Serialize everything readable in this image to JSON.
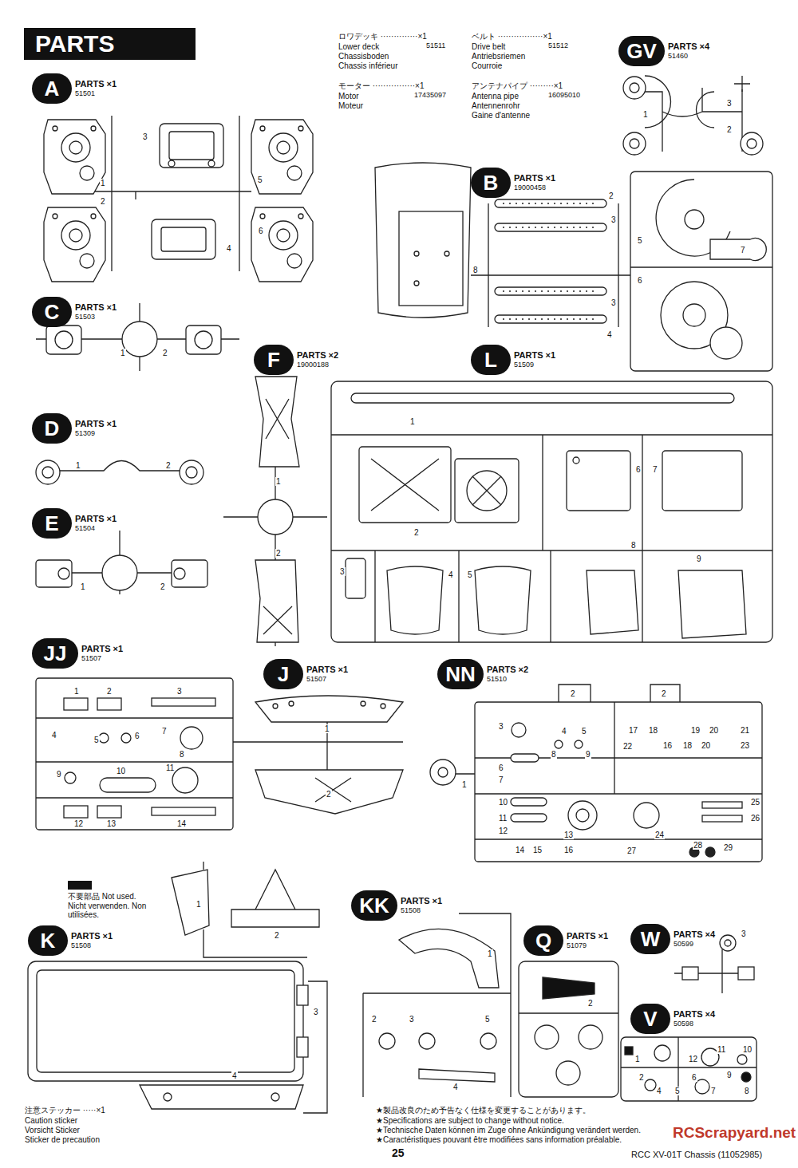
{
  "diagram": {
    "title": "PARTS",
    "nodes": [
      {
        "text": [
          "A",
          "PARTS ×1",
          "51501"
        ]
      },
      {
        "text": [
          "GV",
          "PARTS ×4",
          "51460"
        ]
      },
      {
        "text": [
          "B",
          "PARTS ×1",
          "19000458"
        ]
      },
      {
        "text": [
          "C",
          "PARTS ×1",
          "51503"
        ]
      },
      {
        "text": [
          "F",
          "PARTS ×2",
          "19000188"
        ]
      },
      {
        "text": [
          "L",
          "PARTS ×1",
          "51509"
        ]
      },
      {
        "text": [
          "D",
          "PARTS ×1",
          "51309"
        ]
      },
      {
        "text": [
          "E",
          "PARTS ×1",
          "51504"
        ]
      },
      {
        "text": [
          "JJ",
          "PARTS ×1",
          "51507"
        ]
      },
      {
        "text": [
          "J",
          "PARTS ×1",
          "51507"
        ]
      },
      {
        "text": [
          "NN",
          "PARTS ×2",
          "51510"
        ]
      },
      {
        "text": [
          "KK",
          "PARTS ×1",
          "51508"
        ]
      },
      {
        "text": [
          "K",
          "PARTS ×1",
          "51508"
        ]
      },
      {
        "text": [
          "Q",
          "PARTS ×1",
          "51079"
        ]
      },
      {
        "text": [
          "W",
          "PARTS ×4",
          "50599"
        ]
      },
      {
        "text": [
          "V",
          "PARTS ×4",
          "50598"
        ]
      }
    ],
    "labels": [
      "ロワデッキ ··············×1",
      "Lower deck",
      "51511",
      "Chassisboden",
      "Chassis inférieur",
      "モーター ················×1",
      "Motor",
      "17435097",
      "Moteur",
      "ベルト ·················×1",
      "Drive belt",
      "51512",
      "Antriebsriemen",
      "Courroie",
      "アンテナパイプ ·········×1",
      "Antenna pipe",
      "16095010",
      "Antennenrohr",
      "Gaine d'antenne",
      "3",
      "1",
      "2",
      "5",
      "6",
      "4",
      "1",
      "3",
      "2",
      "2",
      "3",
      "5",
      "7",
      "8",
      "3",
      "6",
      "4",
      "1",
      "2",
      "1",
      "2",
      "1",
      "2",
      "1",
      "2",
      "1",
      "2",
      "6",
      "7",
      "3",
      "4",
      "5",
      "8",
      "9",
      "1",
      "2",
      "3",
      "4",
      "5",
      "6",
      "7",
      "8",
      "9",
      "10",
      "11",
      "12",
      "13",
      "14",
      "1",
      "2",
      "2",
      "2",
      "3",
      "4",
      "5",
      "17",
      "18",
      "19",
      "20",
      "21",
      "6",
      "7",
      "8",
      "9",
      "22",
      "16",
      "18",
      "20",
      "23",
      "1",
      "10",
      "11",
      "12",
      "25",
      "26",
      "13",
      "24",
      "14",
      "15",
      "16",
      "27",
      "28",
      "29",
      "1",
      "2",
      "3",
      "4",
      "1",
      "2",
      "3",
      "4",
      "5",
      "2",
      "3",
      "11",
      "10",
      "1",
      "12",
      "2",
      "4",
      "5",
      "6",
      "7",
      "9",
      "8",
      "注意ステッカー ·····×1",
      "Caution sticker",
      "Vorsicht Sticker",
      "Sticker de precaution",
      "★製品改良のため予告なく仕様を変更することがあります。",
      "★Specifications are subject to change without notice.",
      "★Technische Daten können im Zuge ohne Ankündigung verändert werden.",
      "★Caractéristiques pouvant être modifiées sans information préalable.",
      "25",
      "RCC XV-01T Chassis (11052985)",
      "RCScrapyard.net"
    ],
    "legend": [
      {
        "text": "不要部品 Not used. Nicht verwenden. Non utilisées.",
        "color": "#111111"
      }
    ]
  }
}
